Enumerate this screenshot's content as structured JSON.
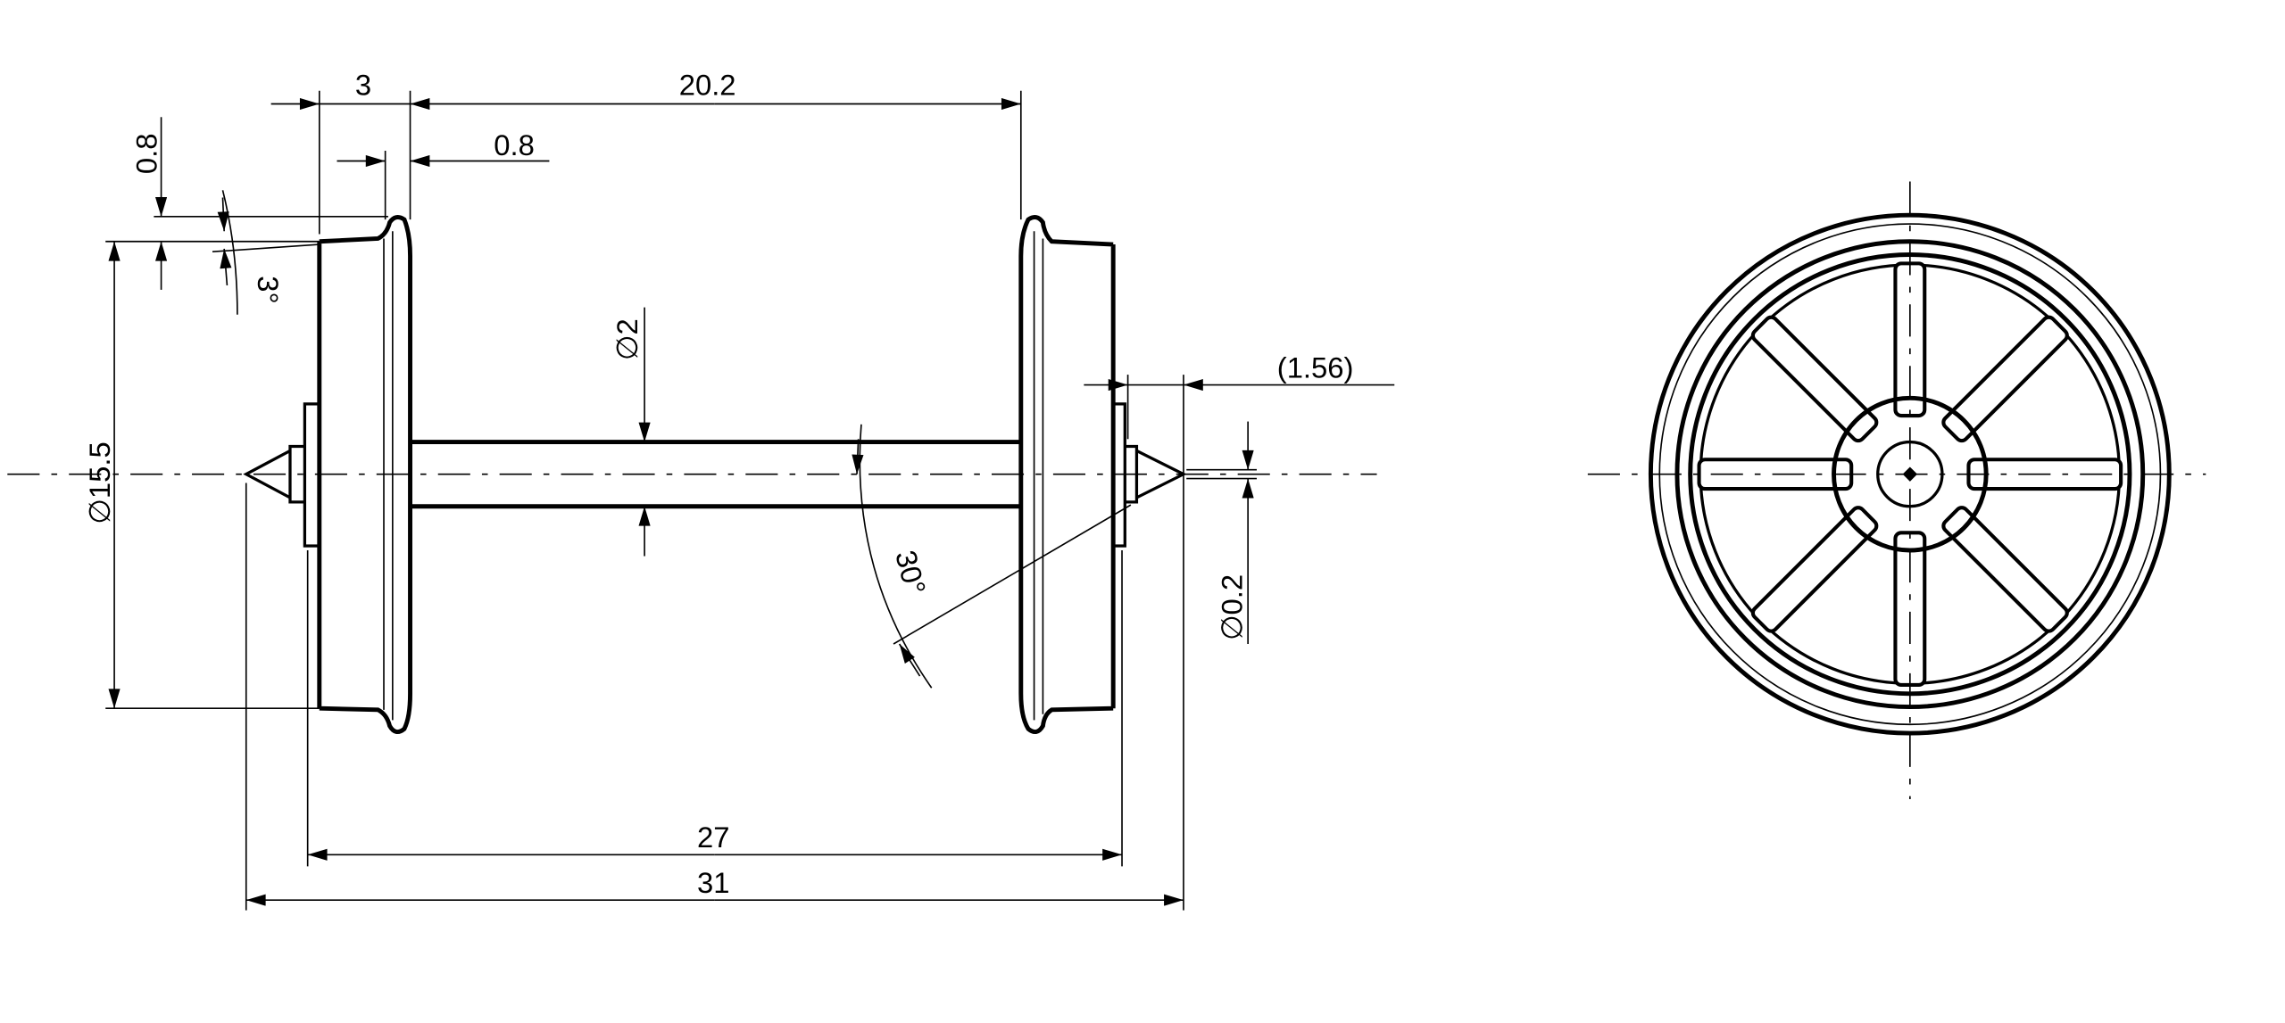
{
  "drawing": {
    "side_view": {
      "dimensions": {
        "flange_width": "3",
        "wheel_spacing": "20.2",
        "flange_thickness": "0.8",
        "flange_height": "0.8",
        "tread_angle": "3°",
        "wheel_diameter": "∅15.5",
        "axle_diameter": "∅2",
        "point_angle": "30°",
        "point_length": "(1.56)",
        "tip_diameter": "∅0.2",
        "back_to_back": "27",
        "overall_length": "31"
      }
    },
    "front_view": {
      "spokes": 8
    },
    "line_color": "#000000"
  }
}
